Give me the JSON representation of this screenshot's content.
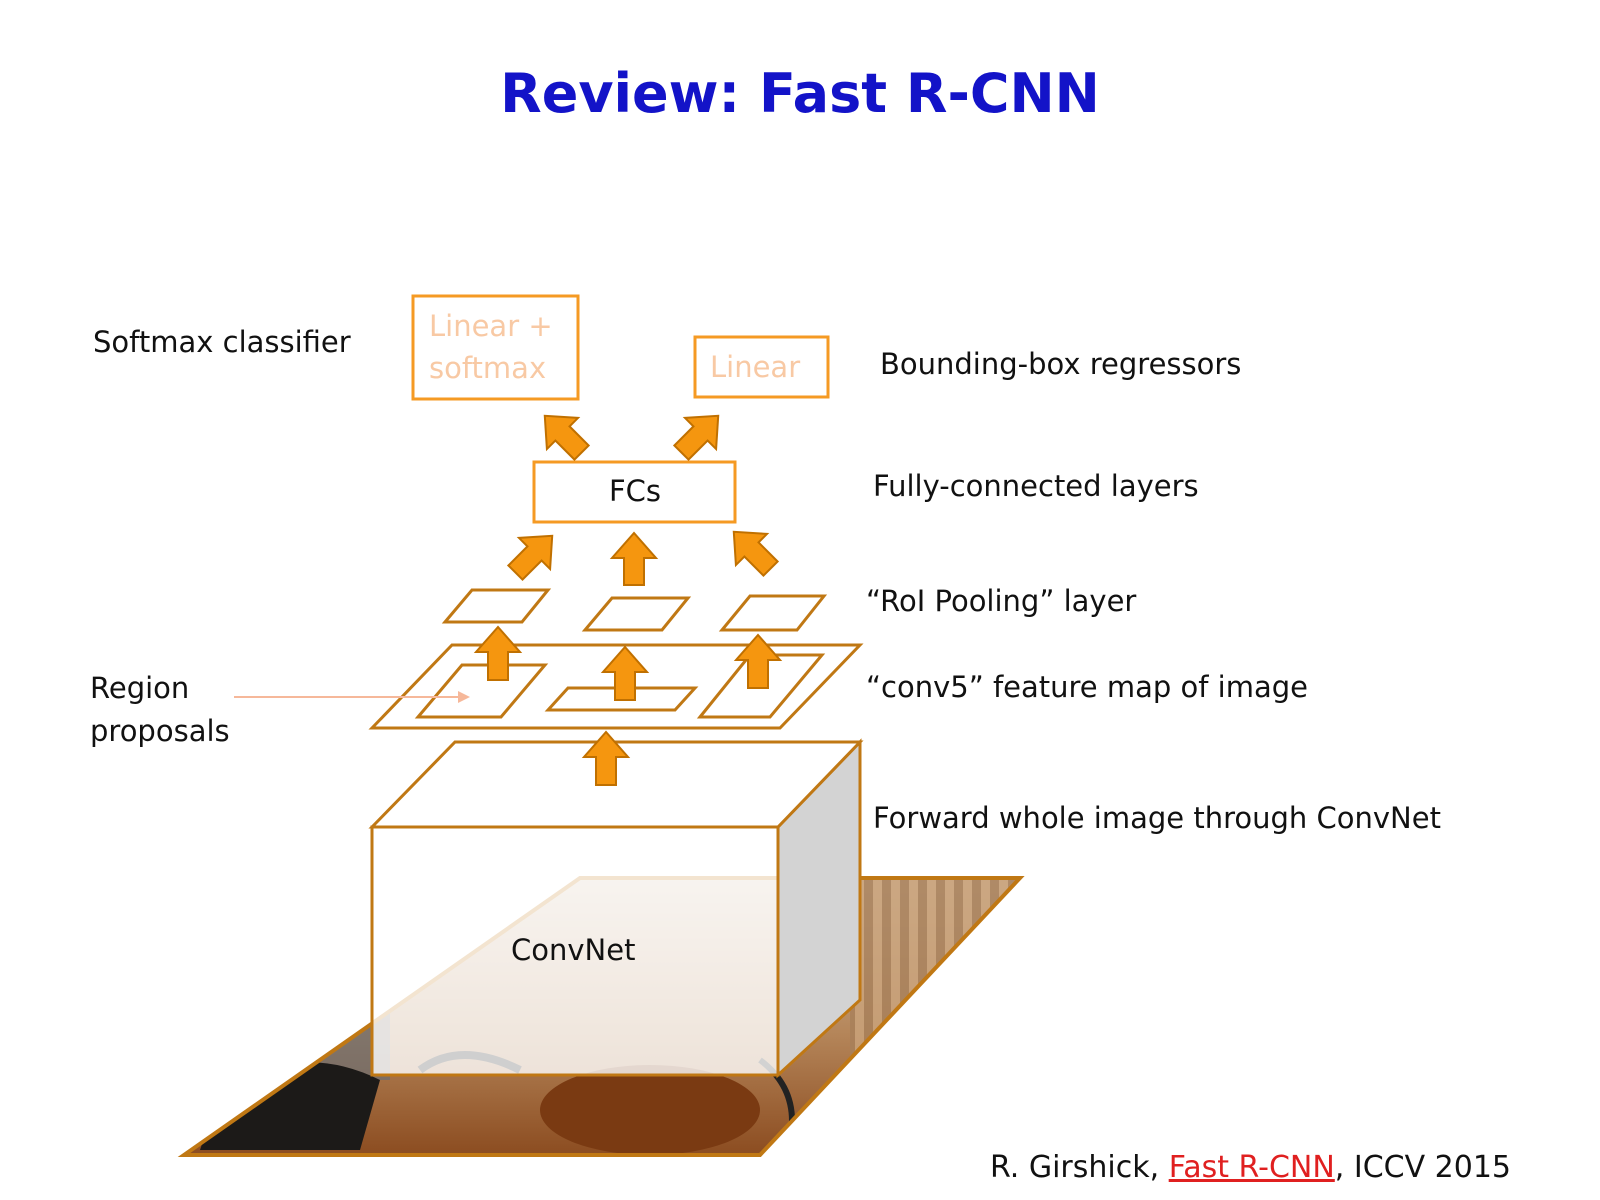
{
  "title": "Review: Fast R-CNN",
  "labels": {
    "softmax_classifier": "Softmax classifier",
    "bbox_regressors": "Bounding-box regressors",
    "fully_connected": "Fully-connected layers",
    "roi_pooling": "“RoI Pooling” layer",
    "conv5": "“conv5” feature map of image",
    "forward": "Forward whole image through ConvNet",
    "region_line1": "Region",
    "region_line2": "proposals"
  },
  "boxes": {
    "linear_softmax_line1": "Linear +",
    "linear_softmax_line2": "softmax",
    "linear": "Linear",
    "fcs": "FCs",
    "convnet": "ConvNet"
  },
  "reference": {
    "author": "R. Girshick, ",
    "paper": "Fast R-CNN",
    "venue": ", ICCV 2015"
  },
  "colors": {
    "title": "#1313c8",
    "box_border": "#f59a23",
    "box_text": "#f8c9a4",
    "arrow_fill": "#f5960f",
    "arrow_stroke": "#c07000",
    "outline": "#c07814",
    "proposal_arrow": "#f6b89a",
    "link": "#e02020"
  }
}
